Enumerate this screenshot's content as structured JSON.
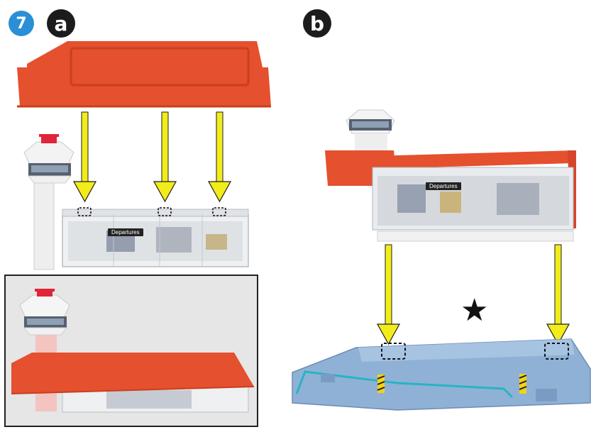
{
  "step": {
    "number": "7"
  },
  "panel_a": {
    "label": "a",
    "sign_text": "Departures"
  },
  "panel_b": {
    "label": "b",
    "sign_text": "Departures",
    "star_glyph": "★"
  },
  "colors": {
    "step_badge": "#2a8fd6",
    "panel_label": "#1c1c1c",
    "roof": "#e5502e",
    "roof_dark": "#c8401f",
    "arrow": "#f2ec1a",
    "base_plate": "#8fb1d6",
    "base_rail": "#2ab3c4",
    "tower": "#ececec",
    "tower_beacon": "#e0243a",
    "hazard_yellow": "#f2d21a"
  }
}
